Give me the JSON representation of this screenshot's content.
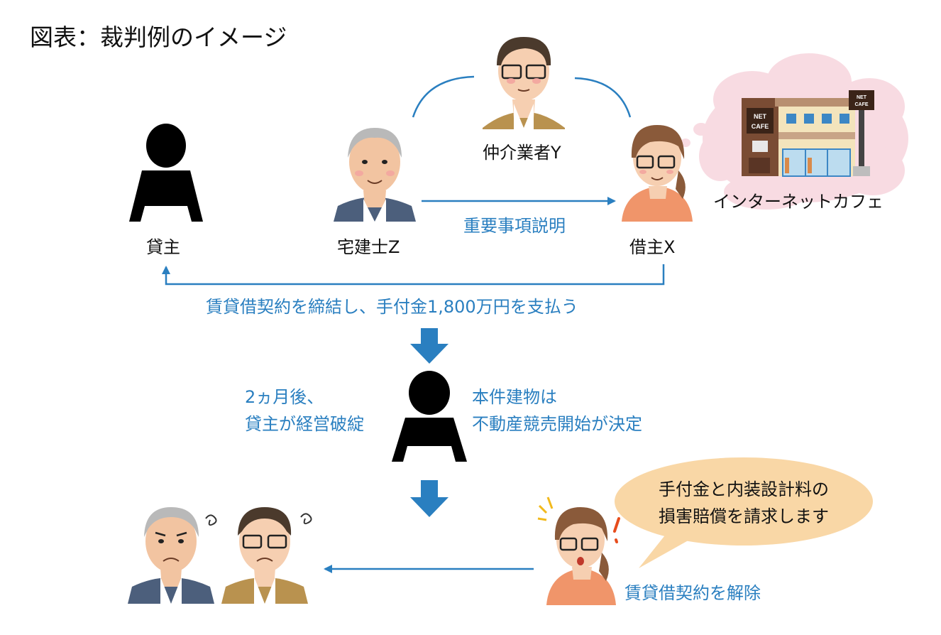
{
  "title": "図表：裁判例のイメージ",
  "people": {
    "lender": "貸主",
    "broker_y": "仲介業者Y",
    "licensee_z": "宅建士Z",
    "borrower_x": "借主X"
  },
  "places": {
    "net_cafe": "インターネットカフェ",
    "sign_large_line1": "NET",
    "sign_large_line2": "CAFE",
    "sign_small_line1": "NET",
    "sign_small_line2": "CAFE"
  },
  "arrows": {
    "explanation": "重要事項説明",
    "contract": "賃貸借契約を締結し、手付金1,800万円を支払う",
    "cancel": "賃貸借契約を解除"
  },
  "events": {
    "left_line1": "2ヵ月後、",
    "left_line2": "貸主が経営破綻",
    "right_line1": "本件建物は",
    "right_line2": "不動産競売開始が決定"
  },
  "speech": {
    "line1": "手付金と内装設計料の",
    "line2": "損害賠償を請求します"
  },
  "colors": {
    "arrow_blue": "#2a7fc0",
    "speech_fill": "#f9d7a6",
    "cloud_fill": "#f8dbe2",
    "silhouette": "#000000"
  }
}
